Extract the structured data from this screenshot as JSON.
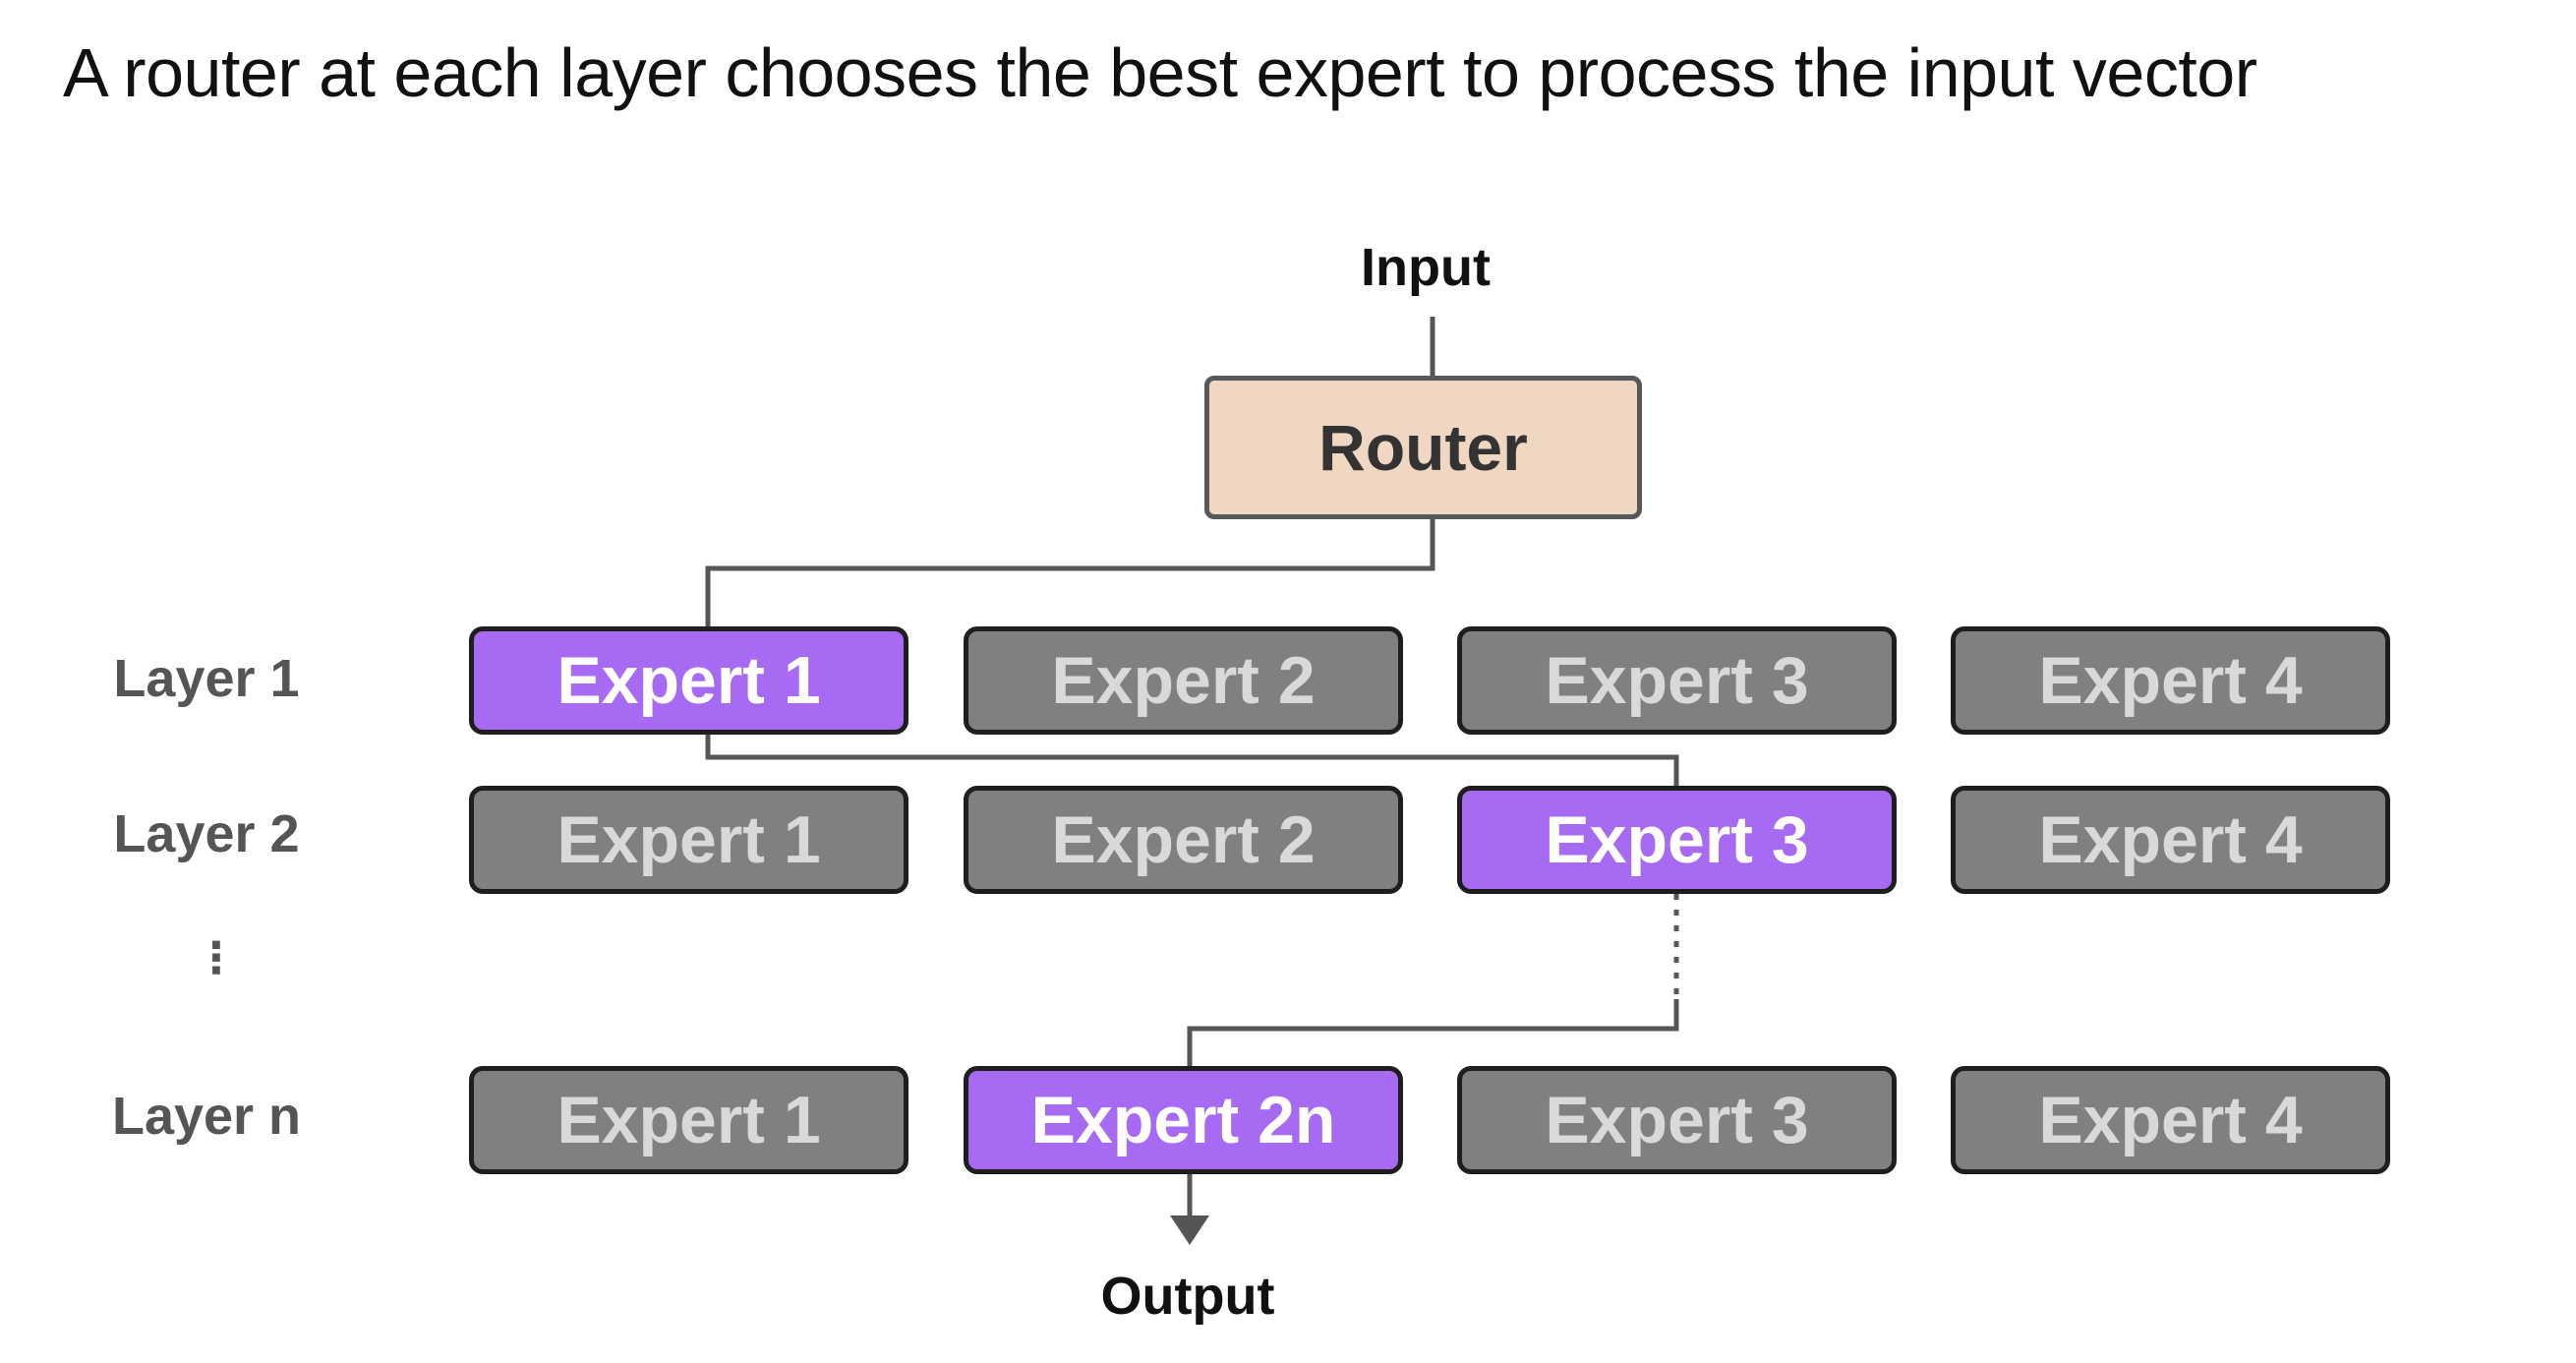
{
  "title": "A router at each layer chooses the best expert to process the input vector",
  "input_label": "Input",
  "output_label": "Output",
  "router_label": "Router",
  "vertical_ellipsis": "⋮",
  "layers": [
    {
      "label": "Layer 1",
      "experts": [
        {
          "label": "Expert 1",
          "selected": true
        },
        {
          "label": "Expert 2",
          "selected": false
        },
        {
          "label": "Expert 3",
          "selected": false
        },
        {
          "label": "Expert 4",
          "selected": false
        }
      ]
    },
    {
      "label": "Layer 2",
      "experts": [
        {
          "label": "Expert 1",
          "selected": false
        },
        {
          "label": "Expert 2",
          "selected": false
        },
        {
          "label": "Expert 3",
          "selected": true
        },
        {
          "label": "Expert 4",
          "selected": false
        }
      ]
    },
    {
      "label": "Layer n",
      "experts": [
        {
          "label": "Expert 1",
          "selected": false
        },
        {
          "label": "Expert 2n",
          "selected": true
        },
        {
          "label": "Expert 3",
          "selected": false
        },
        {
          "label": "Expert 4",
          "selected": false
        }
      ]
    }
  ],
  "colors": {
    "selected_expert": "#a66af3",
    "unselected_expert": "#808080",
    "router": "#f0d7c2",
    "connector": "#555555"
  }
}
